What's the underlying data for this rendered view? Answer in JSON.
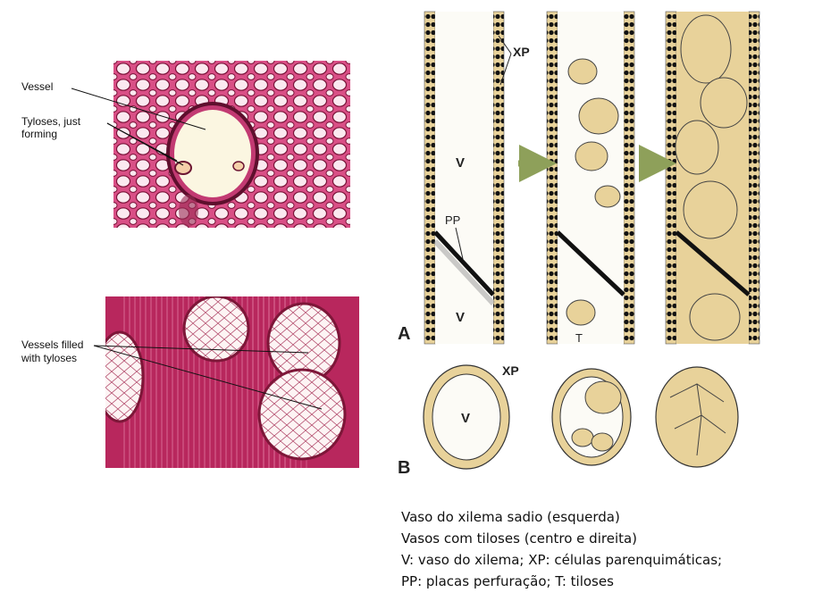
{
  "micrographs": {
    "top": {
      "label_vessel": "Vessel",
      "label_tyloses_line1": "Tyloses, just",
      "label_tyloses_line2": "forming"
    },
    "bottom": {
      "label_line1": "Vessels filled",
      "label_line2": "with tyloses"
    }
  },
  "drawing": {
    "panel_a": "A",
    "panel_b": "B",
    "label_xp_a": "XP",
    "label_xp_b": "XP",
    "label_v_top": "V",
    "label_v_bottom": "V",
    "label_v_cross": "V",
    "label_pp": "PP",
    "label_t": "T"
  },
  "caption": {
    "line1": "Vaso do xilema sadio (esquerda)",
    "line2": "Vasos com tiloses (centro e direita)",
    "line3": "V: vaso do xilema; XP: células parenquimáticas;",
    "line4": "PP: placas perfuração; T: tiloses"
  },
  "colors": {
    "stain_pink": "#d94f86",
    "stain_dark": "#a8204f",
    "cell_light": "#f7e6ee",
    "vessel_fill": "#fbf6e1",
    "tylose_fill": "#e8d29a",
    "arrow_green": "#8ea05a"
  }
}
